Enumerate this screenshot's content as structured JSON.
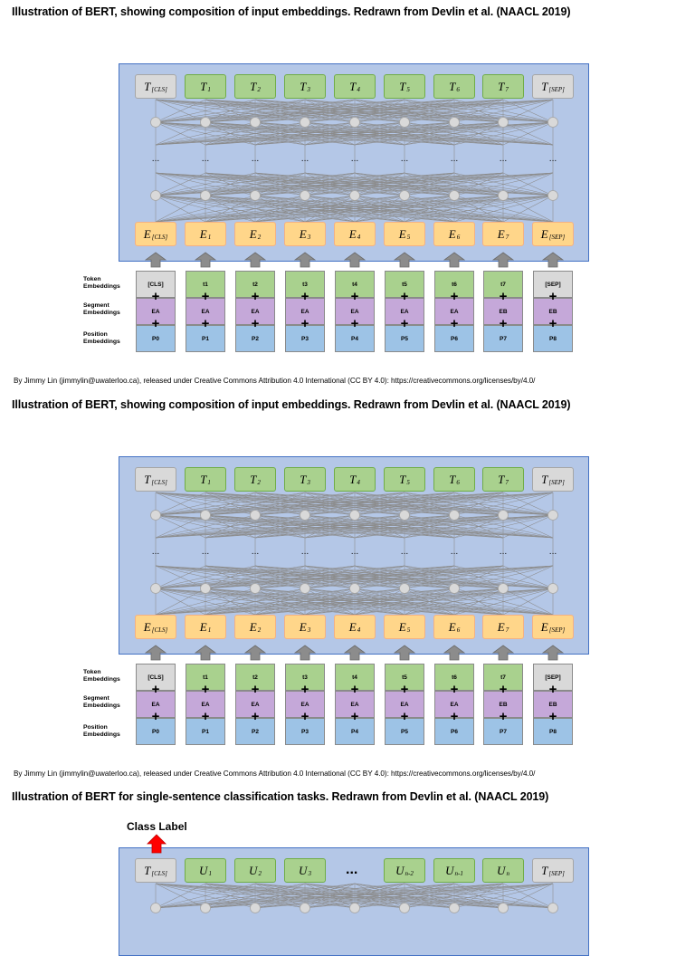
{
  "figures": [
    {
      "caption": "Illustration of BERT, showing composition of input embeddings. Redrawn from Devlin et al. (NAACL 2019)",
      "attribution": "By Jimmy Lin (jimmylin@uwaterloo.ca), released under Creative Commons Attribution 4.0 International (CC BY 4.0): https://creativecommons.org/licenses/by/4.0/"
    },
    {
      "caption": "Illustration of BERT, showing composition of input embeddings. Redrawn from Devlin et al. (NAACL 2019)",
      "attribution": "By Jimmy Lin (jimmylin@uwaterloo.ca), released under Creative Commons Attribution 4.0 International (CC BY 4.0): https://creativecommons.org/licenses/by/4.0/"
    },
    {
      "caption": "Illustration of BERT for single-sentence classification tasks. Redrawn from Devlin et al. (NAACL 2019)"
    }
  ],
  "outputs": [
    {
      "base": "T",
      "sub": "[CLS]"
    },
    {
      "base": "T",
      "sub": "1"
    },
    {
      "base": "T",
      "sub": "2"
    },
    {
      "base": "T",
      "sub": "3"
    },
    {
      "base": "T",
      "sub": "4"
    },
    {
      "base": "T",
      "sub": "5"
    },
    {
      "base": "T",
      "sub": "6"
    },
    {
      "base": "T",
      "sub": "7"
    },
    {
      "base": "T",
      "sub": "[SEP]"
    }
  ],
  "embeddings": [
    {
      "base": "E",
      "sub": "[CLS]"
    },
    {
      "base": "E",
      "sub": "1"
    },
    {
      "base": "E",
      "sub": "2"
    },
    {
      "base": "E",
      "sub": "3"
    },
    {
      "base": "E",
      "sub": "4"
    },
    {
      "base": "E",
      "sub": "5"
    },
    {
      "base": "E",
      "sub": "6"
    },
    {
      "base": "E",
      "sub": "7"
    },
    {
      "base": "E",
      "sub": "[SEP]"
    }
  ],
  "token_cells": [
    "[CLS]",
    "t1",
    "t2",
    "t3",
    "t4",
    "t5",
    "t6",
    "t7",
    "[SEP]"
  ],
  "segment_cells": [
    "EA",
    "EA",
    "EA",
    "EA",
    "EA",
    "EA",
    "EA",
    "EB",
    "EB"
  ],
  "position_cells": [
    "P0",
    "P1",
    "P2",
    "P3",
    "P4",
    "P5",
    "P6",
    "P7",
    "P8"
  ],
  "row_labels": {
    "token": [
      "Token",
      "Embeddings"
    ],
    "segment": [
      "Segment",
      "Embeddings"
    ],
    "position": [
      "Position",
      "Embeddings"
    ]
  },
  "layer_ellipsis": "...",
  "classification": {
    "class_label": "Class Label",
    "outputs": [
      {
        "base": "T",
        "sub": "[CLS]"
      },
      {
        "base": "U",
        "sub": "1"
      },
      {
        "base": "U",
        "sub": "2"
      },
      {
        "base": "U",
        "sub": "3"
      },
      {
        "base": "...",
        "sub": ""
      },
      {
        "base": "U",
        "sub": "n-2"
      },
      {
        "base": "U",
        "sub": "n-1"
      },
      {
        "base": "U",
        "sub": "n"
      },
      {
        "base": "T",
        "sub": "[SEP]"
      }
    ]
  },
  "colors": {
    "panel": "#b4c7e7",
    "output_gray": "#d9d9d9",
    "output_green": "#a9d18e",
    "embedding": "#ffd68a",
    "segment": "#c5a8d9",
    "position": "#9dc3e6",
    "class_arrow": "#ff0000"
  }
}
